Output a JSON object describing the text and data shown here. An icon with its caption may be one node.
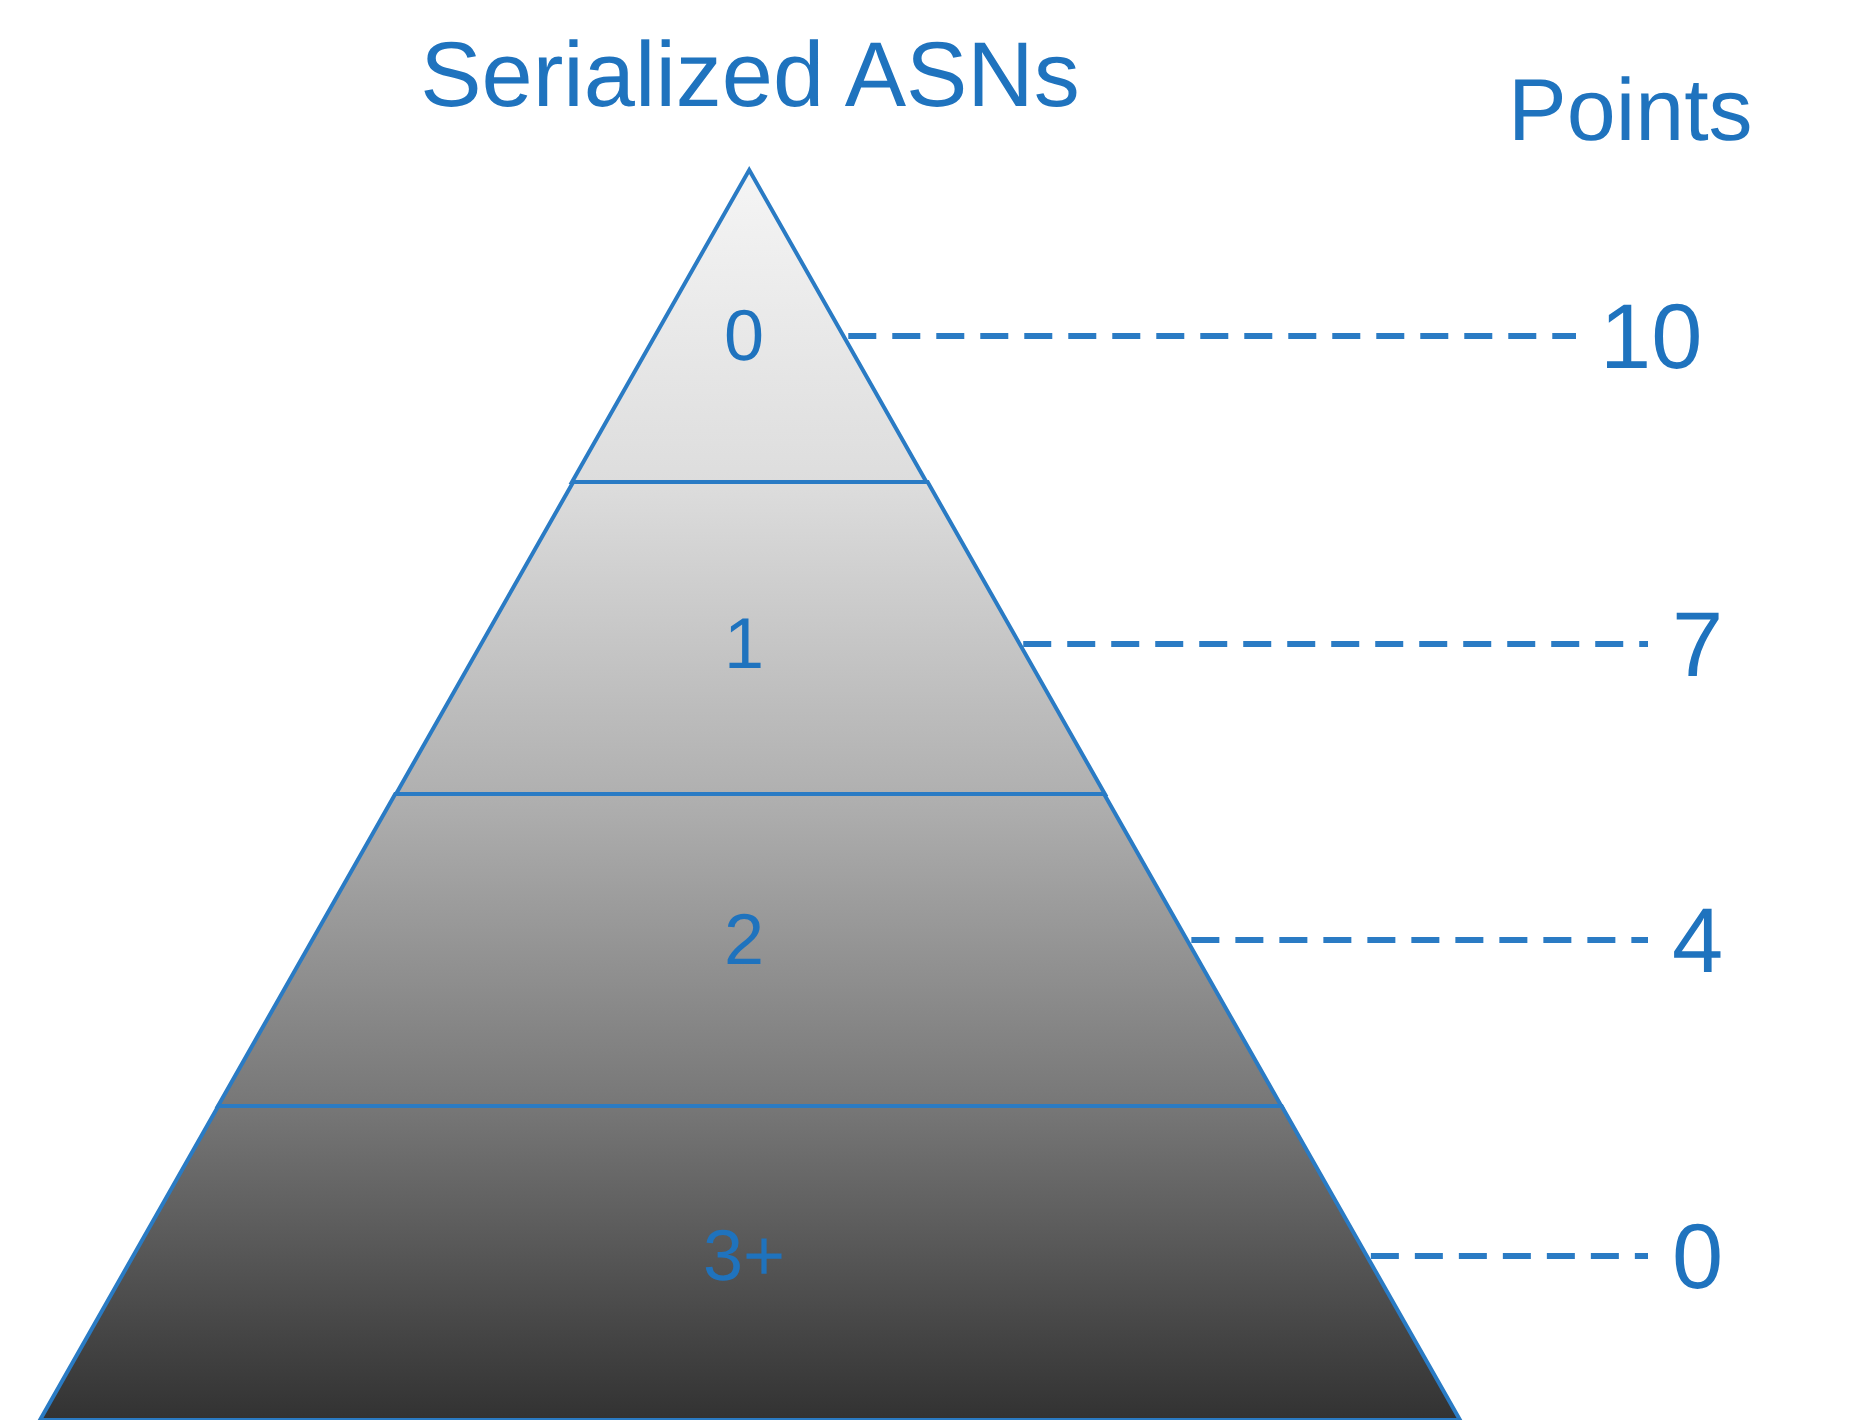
{
  "diagram": {
    "title": "Serialized ASNs",
    "nodes": [
      {
        "text": [
          "0"
        ]
      },
      {
        "text": [
          "10"
        ]
      },
      {
        "text": [
          "1"
        ]
      },
      {
        "text": [
          "7"
        ]
      },
      {
        "text": [
          "2"
        ]
      },
      {
        "text": [
          "4"
        ]
      },
      {
        "text": [
          "3+"
        ]
      },
      {
        "text": [
          "0"
        ]
      }
    ],
    "edges": [
      {
        "from": 0,
        "to": 1,
        "arrow": "none",
        "style": "dashed"
      },
      {
        "from": 2,
        "to": 3,
        "arrow": "none",
        "style": "dashed"
      },
      {
        "from": 4,
        "to": 5,
        "arrow": "none",
        "style": "dashed"
      },
      {
        "from": 6,
        "to": 7,
        "arrow": "none",
        "style": "dashed"
      }
    ],
    "labels": [
      "Points"
    ]
  }
}
